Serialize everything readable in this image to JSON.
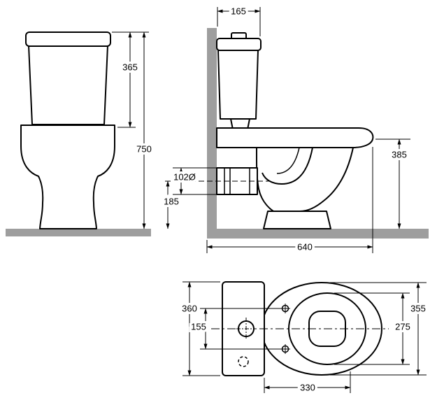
{
  "drawing": {
    "colors": {
      "line": "#000000",
      "masonry": "#9e9e9e",
      "background": "#ffffff"
    },
    "views": {
      "front": {
        "dimensions": {
          "cistern_height": "365",
          "overall_height": "750"
        }
      },
      "side": {
        "dimensions": {
          "cistern_depth": "165",
          "rim_height": "385",
          "outlet_diameter": "102Ø",
          "outlet_axis_height": "185",
          "overall_depth": "640"
        }
      },
      "top": {
        "dimensions": {
          "cistern_width": "360",
          "seat_hole_spacing": "155",
          "overall_width": "355",
          "inner_rim_width": "275",
          "front_distance": "330"
        }
      }
    }
  }
}
